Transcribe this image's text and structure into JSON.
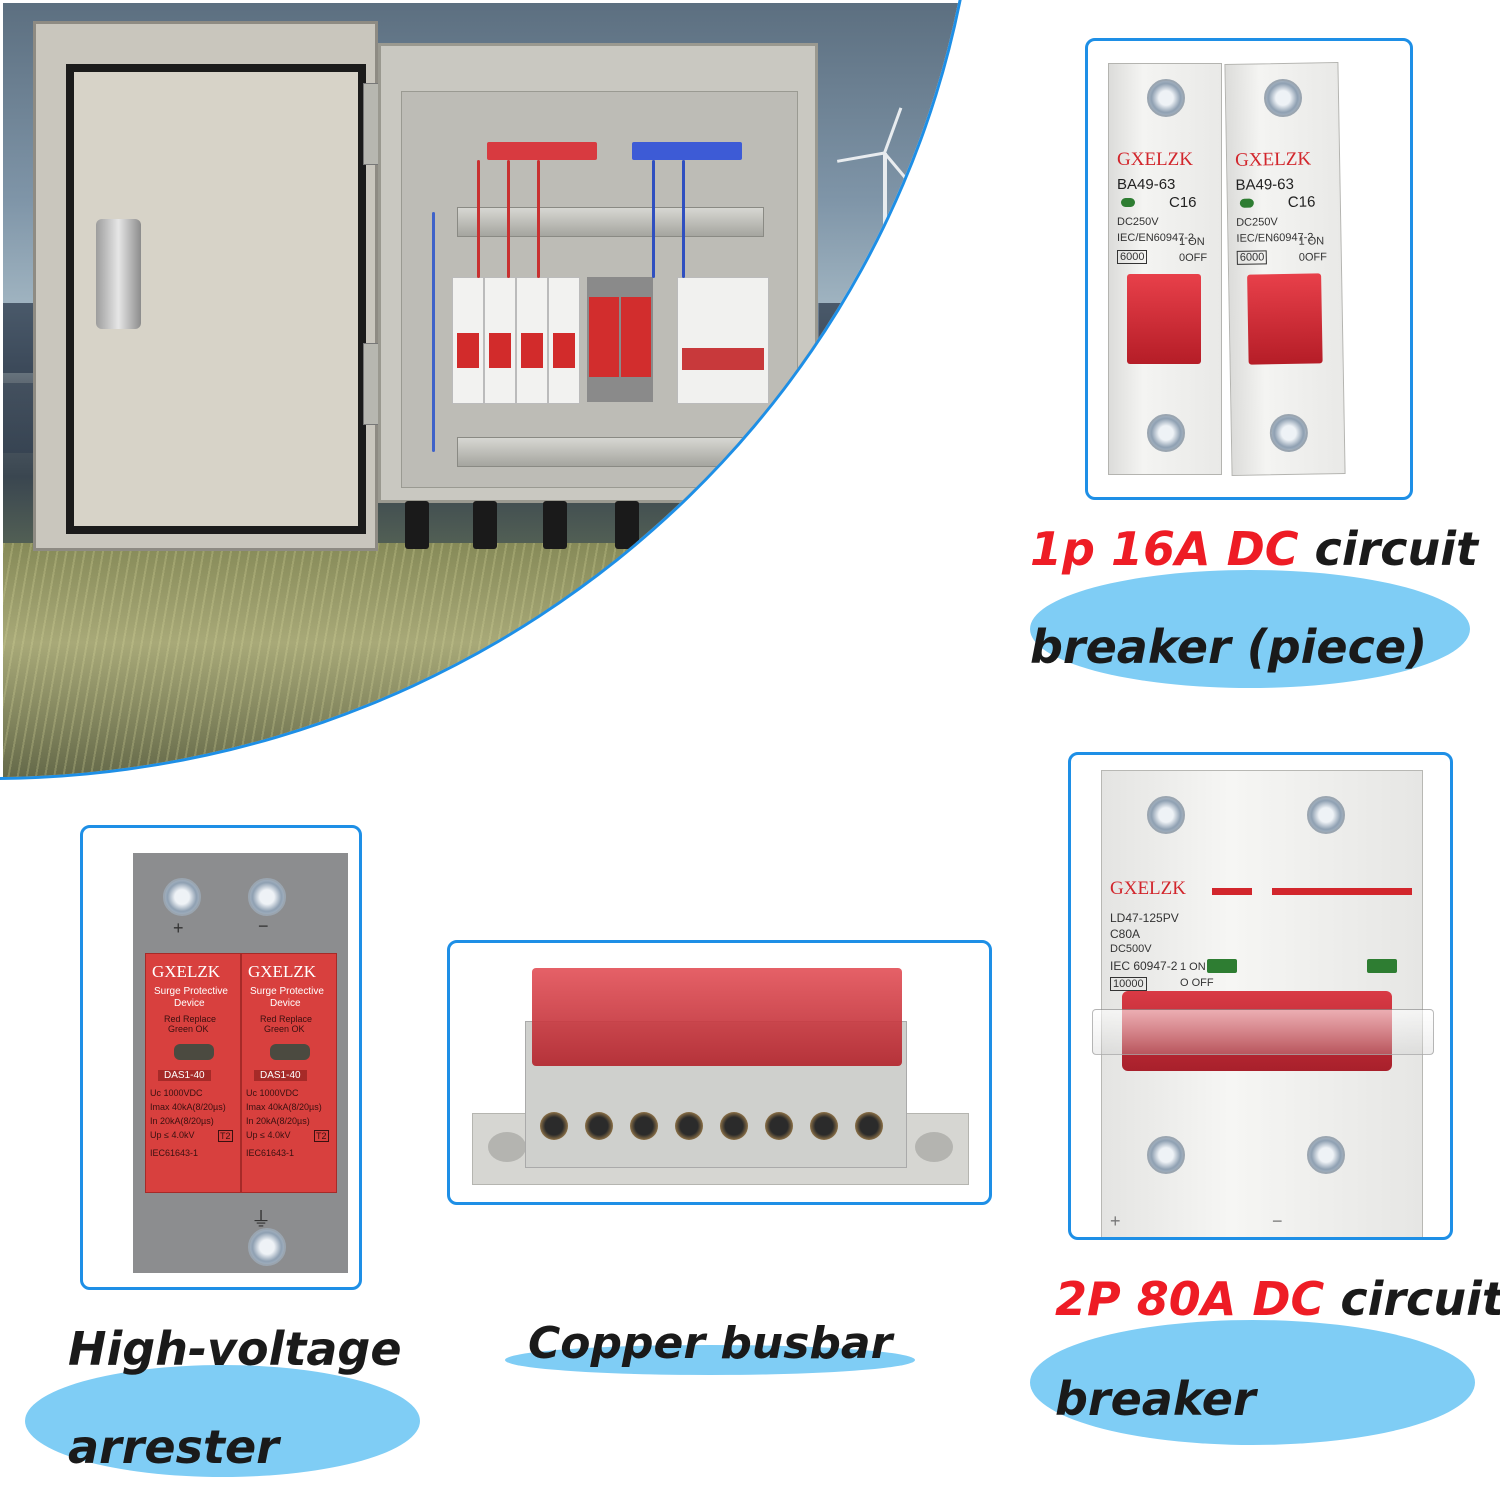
{
  "hero": {
    "description_icon": "solar-combiner-box-photo"
  },
  "breaker_1p": {
    "brand": "GXELZK",
    "model": "BA49-63",
    "rating": "C16",
    "voltage": "DC250V",
    "standard": "IEC/EN60947-2",
    "capacity": "6000",
    "on_label": "1 ON",
    "off_label": "0OFF",
    "caption_highlight": "1p 16A DC",
    "caption_rest": " circuit",
    "caption_line2": "breaker (piece)"
  },
  "arrester": {
    "brand": "GXELZK",
    "title_line1": "Surge Protective",
    "title_line2": "Device",
    "status_line1": "Red Replace",
    "status_line2": "Green OK",
    "model": "DAS1-40",
    "uc": "Uc        1000VDC",
    "imax": "Imax  40kA(8/20µs)",
    "in": "In       20kA(8/20µs)",
    "up": "Up  ≤ 4.0kV",
    "class": "T2",
    "standard": "IEC61643-1",
    "plus": "+",
    "minus": "−",
    "caption_line1": "High-voltage",
    "caption_line2": "arrester"
  },
  "busbar": {
    "caption": "Copper busbar"
  },
  "breaker_2p": {
    "brand": "GXELZK",
    "model": "LD47-125PV",
    "rating": "C80A",
    "voltage": "DC500V",
    "standard": "IEC 60947-2",
    "capacity": "10000",
    "on_label": "1 ON",
    "off_label": "O OFF",
    "plus": "+",
    "minus": "−",
    "caption_highlight": "2P 80A DC",
    "caption_rest": " circuit",
    "caption_line2": "breaker"
  },
  "colors": {
    "frame": "#1e8fe6",
    "caption_red": "#ee1c25",
    "oval": "#7fcdf5",
    "breaker_red": "#d22b2b"
  }
}
